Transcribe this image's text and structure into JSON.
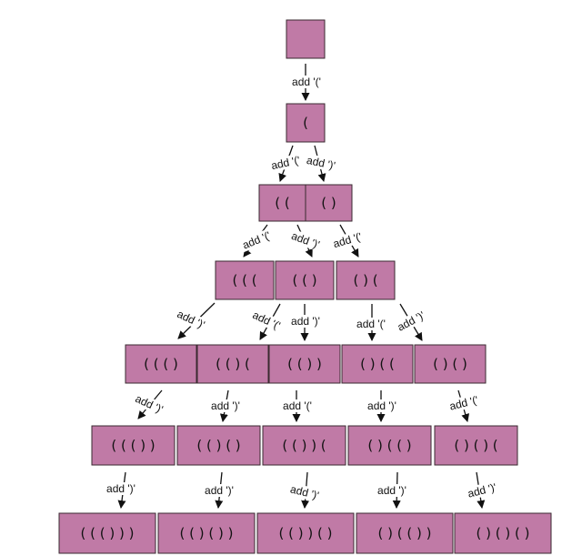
{
  "tree": {
    "nodes": [
      {
        "id": "root",
        "text": ""
      },
      {
        "id": "l1-0",
        "text": "("
      },
      {
        "id": "l2-0",
        "text": "( ("
      },
      {
        "id": "l2-1",
        "text": "( )"
      },
      {
        "id": "l3-0",
        "text": "( ( ("
      },
      {
        "id": "l3-1",
        "text": "( ( )"
      },
      {
        "id": "l3-2",
        "text": "( ) ("
      },
      {
        "id": "l4-0",
        "text": "( ( ( )"
      },
      {
        "id": "l4-1",
        "text": "( ( ) ("
      },
      {
        "id": "l4-2",
        "text": "( ( ) )"
      },
      {
        "id": "l4-3",
        "text": "( ) ( ("
      },
      {
        "id": "l4-4",
        "text": "( ) ( )"
      },
      {
        "id": "l5-0",
        "text": "( ( ( ) )"
      },
      {
        "id": "l5-1",
        "text": "( ( ) ( )"
      },
      {
        "id": "l5-2",
        "text": "( ( ) ) ("
      },
      {
        "id": "l5-3",
        "text": "( ) ( ( )"
      },
      {
        "id": "l5-4",
        "text": "( ) ( ) ("
      },
      {
        "id": "l6-0",
        "text": "( ( ( ) ) )"
      },
      {
        "id": "l6-1",
        "text": "( ( ) ( ) )"
      },
      {
        "id": "l6-2",
        "text": "( ( ) ) ( )"
      },
      {
        "id": "l6-3",
        "text": "( ) ( ( ) )"
      },
      {
        "id": "l6-4",
        "text": "( ) ( ) ( )"
      }
    ],
    "edges": [
      {
        "label": "add '('"
      },
      {
        "label": "add '('"
      },
      {
        "label": "add ')'"
      },
      {
        "label": "add '('"
      },
      {
        "label": "add ')'"
      },
      {
        "label": "add '('"
      },
      {
        "label": "add ')'"
      },
      {
        "label": "add '('"
      },
      {
        "label": "add ')'"
      },
      {
        "label": "add '('"
      },
      {
        "label": "add ')'"
      },
      {
        "label": "add ')'"
      },
      {
        "label": "add ')'"
      },
      {
        "label": "add '('"
      },
      {
        "label": "add ')'"
      },
      {
        "label": "add '('"
      },
      {
        "label": "add ')'"
      },
      {
        "label": "add ')'"
      },
      {
        "label": "add ')'"
      },
      {
        "label": "add ')'"
      },
      {
        "label": "add ')'"
      }
    ]
  }
}
